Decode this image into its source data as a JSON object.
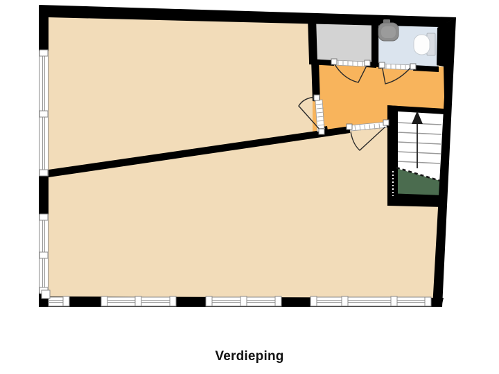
{
  "title": {
    "label": "Verdieping"
  },
  "colors": {
    "background": "#ffffff",
    "wall": "#000000",
    "floor_main": "#f2dcb9",
    "floor_hallway": "#f8b45c",
    "floor_storage": "#d3d3d3",
    "floor_bathroom": "#dbe4ee",
    "stairs_fill": "#ffffff",
    "under_stairs": "#4b6c4f",
    "window_fill": "#ffffff",
    "window_line": "#999999",
    "window_post_border": "#8a8a8a",
    "room_outline": "#8a8a8a",
    "tread_line": "#999999",
    "door_arc": "#2a2a2a",
    "arrow": "#1a1a1a",
    "sink_body": "#8d8d8d",
    "sink_inner": "#9b9b9b",
    "sink_faucet": "#787878",
    "toilet_tank": "#d9dde3",
    "toilet_bowl": "#fdfdfd",
    "text": "#111111"
  },
  "icons": [
    "sink-icon",
    "toilet-icon",
    "stairs-up-arrow-icon",
    "window",
    "door-swing"
  ],
  "stairs": {
    "direction_label": "up"
  }
}
